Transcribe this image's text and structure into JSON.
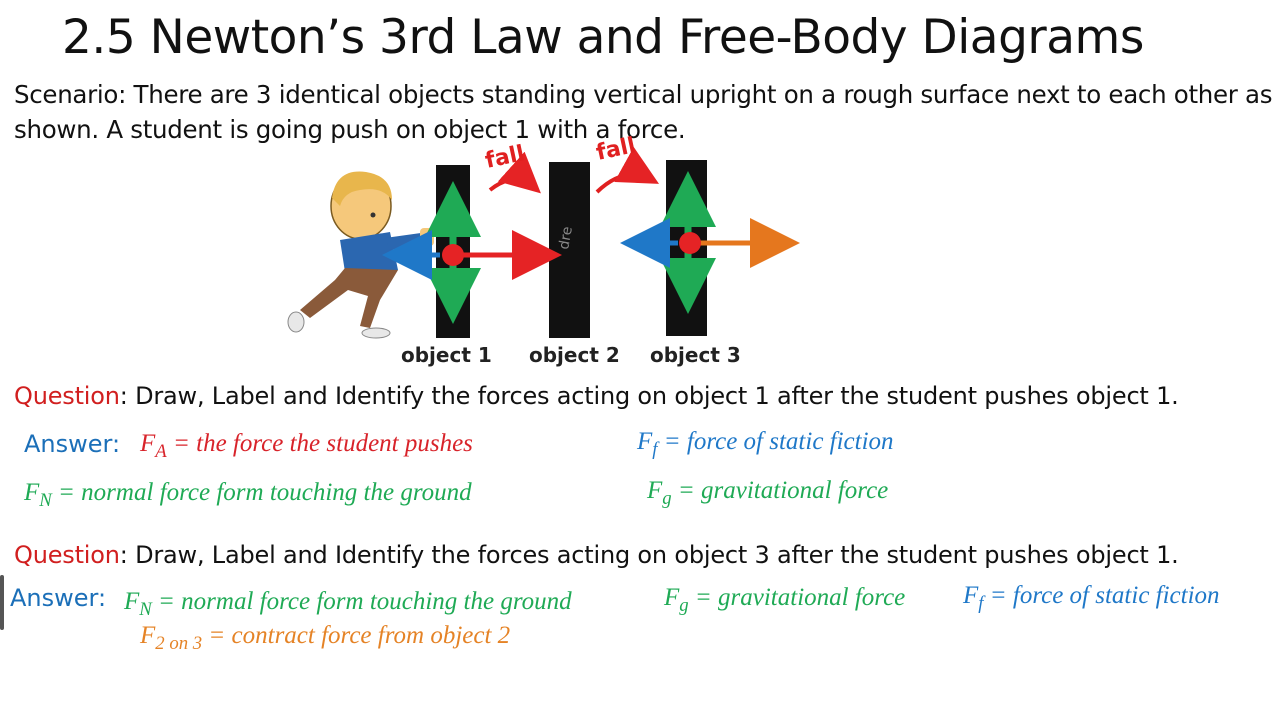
{
  "title": "2.5 Newton’s 3rd Law and Free-Body Diagrams",
  "scenario": {
    "label": "Scenario",
    "text": ": There are 3 identical objects standing vertical upright on a rough surface next to each other as shown. A student is going push on object 1 with a force."
  },
  "diagram": {
    "objects": [
      "object 1",
      "object 2",
      "object 3"
    ],
    "handwritten": [
      "fall",
      "fall"
    ],
    "watermark": "dre"
  },
  "question1": {
    "label": "Question",
    "text": ": Draw, Label and Identify the forces acting on object 1 after the student pushes object 1."
  },
  "answer1": {
    "label": "Answer:",
    "items": [
      {
        "sym": "F",
        "sub": "A",
        "text": " = the force the student pushes",
        "color": "#d8232a"
      },
      {
        "sym": "F",
        "sub": "f",
        "text": " = force of static fiction",
        "color": "#1f78c8"
      },
      {
        "sym": "F",
        "sub": "N",
        "text": " = normal force form touching the ground",
        "color": "#1faa55"
      },
      {
        "sym": "F",
        "sub": "g",
        "text": " = gravitational force",
        "color": "#1faa55"
      }
    ]
  },
  "question2": {
    "label": "Question",
    "text": ": Draw, Label and Identify the forces acting on object 3 after the student pushes object 1."
  },
  "answer2": {
    "label": "Answer:",
    "items": [
      {
        "sym": "F",
        "sub": "N",
        "text": " = normal force form touching the ground",
        "color": "#1faa55"
      },
      {
        "sym": "F",
        "sub": "g",
        "text": " = gravitational force",
        "color": "#1faa55"
      },
      {
        "sym": "F",
        "sub": "f",
        "text": " = force of static fiction",
        "color": "#1f78c8"
      },
      {
        "sym": "F",
        "sub": "2 on 3",
        "text": " = contract force from object 2",
        "color": "#e58326"
      }
    ]
  }
}
